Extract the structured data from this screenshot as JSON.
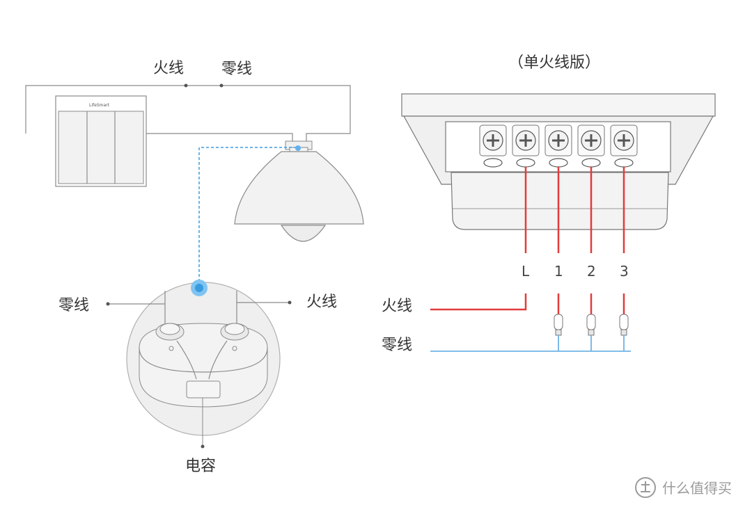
{
  "left_diagram": {
    "label_fire_top": "火线",
    "label_zero_top": "零线",
    "switch_brand": "LifeSmart",
    "label_zero_side": "零线",
    "label_fire_side": "火线",
    "label_capacitor": "电容"
  },
  "right_diagram": {
    "title": "（单火线版）",
    "terminals": [
      "L",
      "1",
      "2",
      "3"
    ],
    "label_fire": "火线",
    "label_zero": "零线"
  },
  "watermark": {
    "text": "什么值得买",
    "icon": "zhi-logo-icon"
  },
  "colors": {
    "fire_wire": "#e23b3b",
    "zero_wire": "#6fb3e6",
    "dashed_link": "#3a9be0",
    "body_grey": "#f0f0f0",
    "outline": "#8a8a8a"
  }
}
